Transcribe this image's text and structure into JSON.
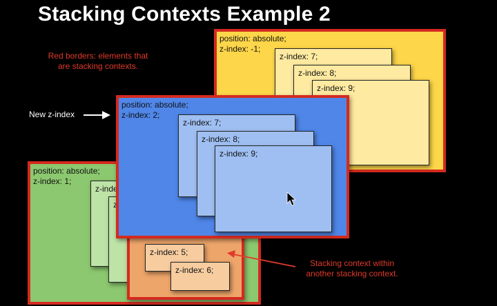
{
  "title": "Stacking Contexts Example 2",
  "notes": {
    "red_borders_line1": "Red borders: elements that",
    "red_borders_line2": "are stacking contexts.",
    "new_z_index": "New z-index",
    "within_line1": "Stacking context within",
    "within_line2": "another stacking context."
  },
  "yellow": {
    "line1": "position: absolute;",
    "line2": "z-index: -1;",
    "children": [
      "z-index: 7;",
      "z-index: 8;",
      "z-index: 9;"
    ]
  },
  "blue": {
    "line1": "position: absolute;",
    "line2": "z-index: 2;",
    "children": [
      "z-index: 7;",
      "z-index: 8;",
      "z-index: 9;"
    ]
  },
  "green": {
    "line1": "position: absolute;",
    "line2": "z-index: 1;",
    "children": [
      "z-inde",
      "z-"
    ]
  },
  "orange": {
    "children": [
      "z-index: 5;",
      "z-index: 6;"
    ]
  },
  "colors": {
    "stacking_border": "#d42a1f",
    "yellow": "#fdd649",
    "blue": "#4f86e8",
    "green": "#8cc86f",
    "orange": "#eea56a"
  }
}
